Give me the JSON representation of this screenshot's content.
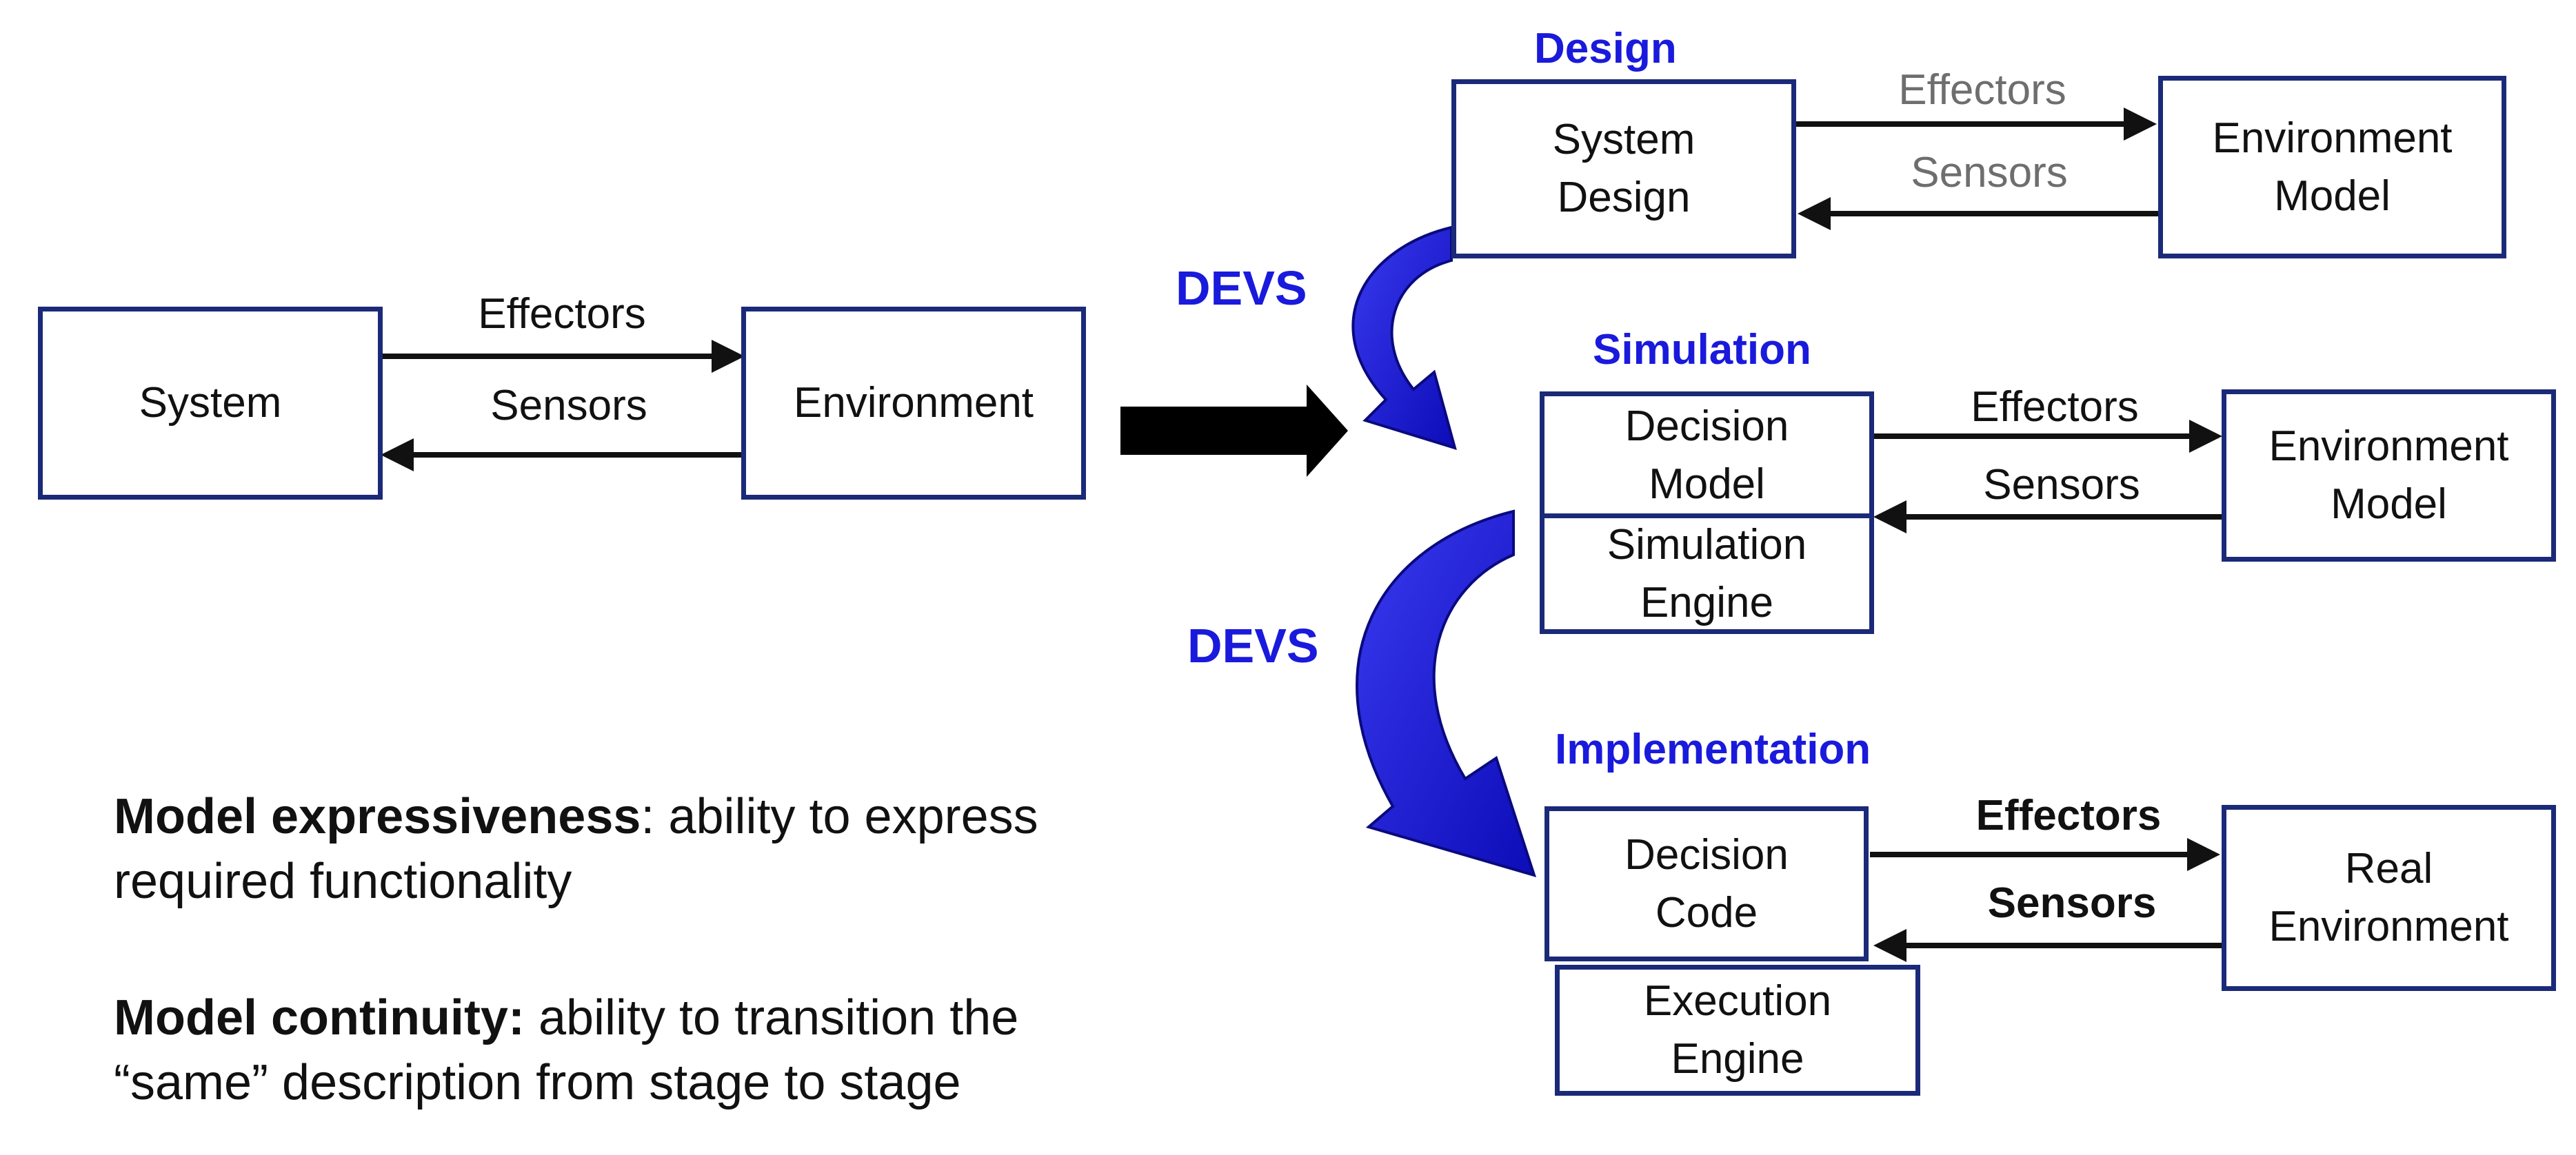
{
  "left_diagram": {
    "system_box": "System",
    "environment_box": "Environment",
    "effectors_label": "Effectors",
    "sensors_label": "Sensors"
  },
  "devs_labels": [
    "DEVS",
    "DEVS"
  ],
  "design": {
    "title": "Design",
    "system_box": "System\nDesign",
    "environment_box": "Environment\nModel",
    "effectors_label": "Effectors",
    "sensors_label": "Sensors"
  },
  "simulation": {
    "title": "Simulation",
    "decision_box": "Decision\nModel",
    "engine_box": "Simulation\nEngine",
    "environment_box": "Environment\nModel",
    "effectors_label": "Effectors",
    "sensors_label": "Sensors"
  },
  "implementation": {
    "title": "Implementation",
    "decision_box": "Decision\nCode",
    "engine_box": "Execution\nEngine",
    "environment_box": "Real\nEnvironment",
    "effectors_label": "Effectors",
    "sensors_label": "Sensors"
  },
  "notes": {
    "expressiveness_term": "Model expressiveness",
    "expressiveness_text": ": ability to express\nrequired functionality",
    "continuity_term": "Model continuity:",
    "continuity_text": " ability to transition the\n“same” description from stage to stage"
  },
  "colors": {
    "box_border": "#1b2a78",
    "stage_title": "#1a1adc",
    "devs_arrow": "#1a1adc",
    "gray_label": "#6e6e6e"
  }
}
